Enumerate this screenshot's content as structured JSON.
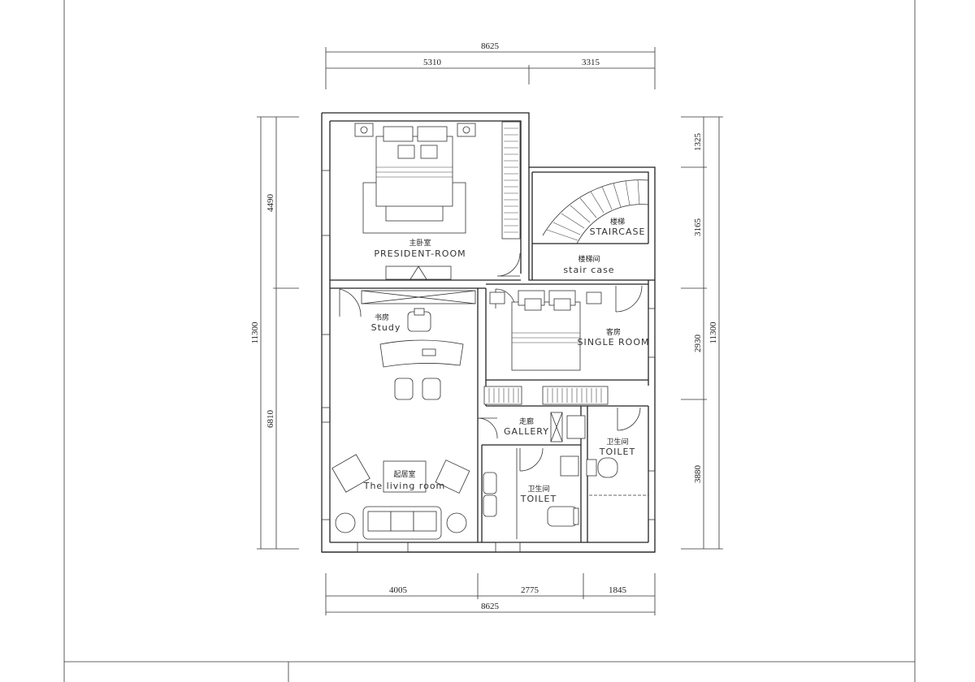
{
  "dimensions": {
    "top_total": "8625",
    "top_left": "5310",
    "top_right": "3315",
    "bottom_total": "8625",
    "bottom_1": "4005",
    "bottom_2": "2775",
    "bottom_3": "1845",
    "left_total": "11300",
    "left_upper": "4490",
    "left_lower": "6810",
    "right_total": "11300",
    "right_1": "1325",
    "right_2": "3165",
    "right_3": "2930",
    "right_4": "3880"
  },
  "rooms": {
    "master": {
      "cn": "主卧室",
      "en": "PRESIDENT-ROOM"
    },
    "staircase": {
      "cn": "楼梯",
      "en": "STAIRCASE"
    },
    "stair_room": {
      "cn": "楼梯间",
      "en": "stair case"
    },
    "study": {
      "cn": "书房",
      "en": "Study"
    },
    "guest": {
      "cn": "客房",
      "en": "SINGLE ROOM"
    },
    "gallery": {
      "cn": "走廊",
      "en": "GALLERY"
    },
    "toilet_right": {
      "cn": "卫生间",
      "en": "TOILET"
    },
    "toilet_mid": {
      "cn": "卫生间",
      "en": "TOILET"
    },
    "living": {
      "cn": "起居室",
      "en": "The living room"
    }
  }
}
